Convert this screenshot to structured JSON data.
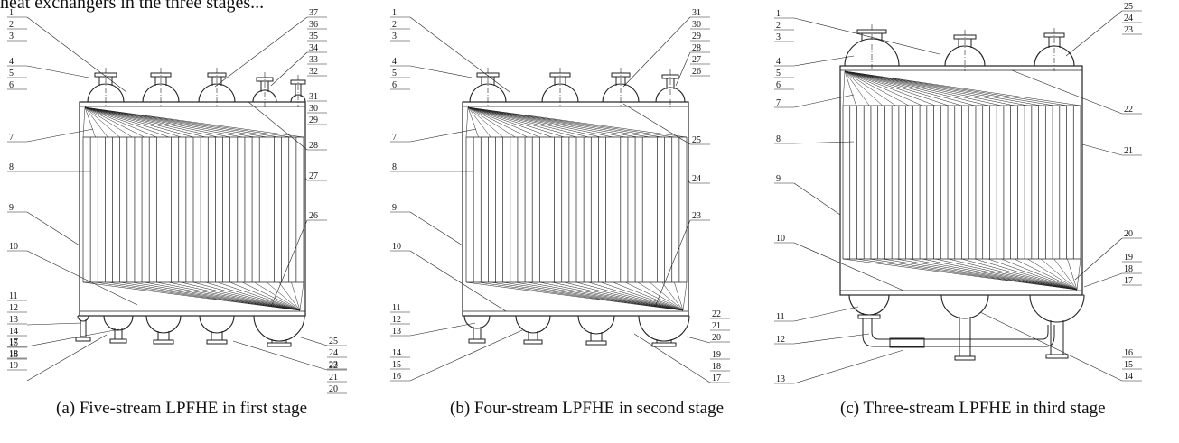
{
  "top_text": "heat exchangers in the three stages...",
  "captions": {
    "a": "(a) Five-stream LPFHE in first stage",
    "b": "(b) Four-stream LPFHE in second stage",
    "c": "(c) Three-stream LPFHE in third stage"
  },
  "colors": {
    "line": "#222222",
    "background": "#ffffff"
  },
  "diagram_a": {
    "left_labels": [
      "1",
      "2",
      "3",
      "4",
      "5",
      "6",
      "7",
      "8",
      "9",
      "10",
      "11",
      "12",
      "13",
      "14",
      "15",
      "16",
      "17",
      "18",
      "19"
    ],
    "right_labels": [
      "37",
      "36",
      "35",
      "34",
      "33",
      "32",
      "31",
      "30",
      "29",
      "28",
      "27",
      "26",
      "25",
      "24",
      "23",
      "22",
      "21",
      "20"
    ]
  },
  "diagram_b": {
    "left_labels": [
      "1",
      "2",
      "3",
      "4",
      "5",
      "6",
      "7",
      "8",
      "9",
      "10",
      "11",
      "12",
      "13",
      "14",
      "15",
      "16"
    ],
    "right_labels": [
      "31",
      "30",
      "29",
      "28",
      "27",
      "26",
      "25",
      "24",
      "23",
      "22",
      "21",
      "20",
      "19",
      "18",
      "17"
    ]
  },
  "diagram_c": {
    "left_labels": [
      "1",
      "2",
      "3",
      "4",
      "5",
      "6",
      "7",
      "8",
      "9",
      "10",
      "11",
      "12",
      "13"
    ],
    "right_labels": [
      "25",
      "24",
      "23",
      "22",
      "21",
      "20",
      "19",
      "18",
      "17",
      "16",
      "15",
      "14"
    ]
  }
}
